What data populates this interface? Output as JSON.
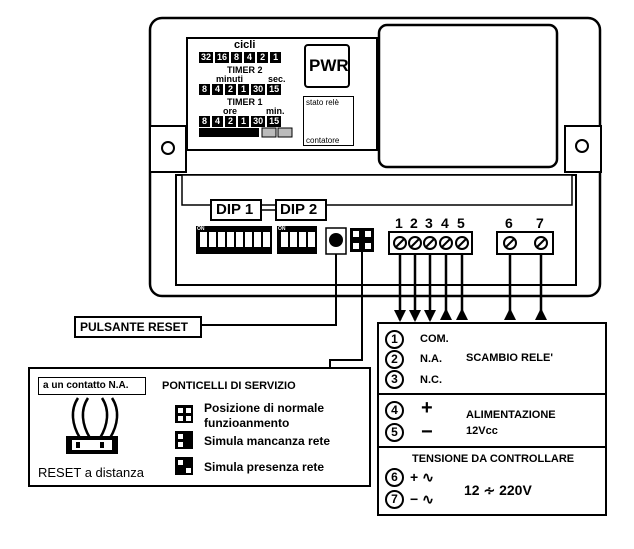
{
  "panel": {
    "cicli": {
      "title": "cicli",
      "values": [
        "32",
        "16",
        "8",
        "4",
        "2",
        "1"
      ]
    },
    "timer2": {
      "title": "TIMER 2",
      "sub_left": "minuti",
      "sub_right": "sec.",
      "values": [
        "8",
        "4",
        "2",
        "1",
        "30",
        "15"
      ]
    },
    "timer1": {
      "title": "TIMER 1",
      "sub_left": "ore",
      "sub_right": "min.",
      "values": [
        "8",
        "4",
        "2",
        "1",
        "30",
        "15"
      ]
    },
    "pwr": "PWR",
    "stato_rele": "stato relè",
    "contatore": "contatore"
  },
  "dips": {
    "dip1": "DIP 1",
    "dip2": "DIP 2",
    "dip_caption": "ON"
  },
  "terminals": [
    "1",
    "2",
    "3",
    "4",
    "5",
    "6",
    "7"
  ],
  "pulsante_reset": "PULSANTE RESET",
  "service": {
    "contact_label": "a un contatto N.A.",
    "title": "PONTICELLI DI SERVIZIO",
    "reset_label": "RESET a distanza",
    "items": [
      "Posizione di normale funzioanmento",
      "Simula mancanza rete",
      "Simula presenza rete"
    ]
  },
  "legend": {
    "relay": {
      "numbers": [
        "1",
        "2",
        "3"
      ],
      "com": "COM.",
      "na": "N.A.",
      "nc": "N.C.",
      "title": "SCAMBIO RELE'"
    },
    "power": {
      "numbers": [
        "4",
        "5"
      ],
      "plus": "+",
      "minus": "−",
      "title": "ALIMENTAZIONE",
      "voltage": "12Vcc"
    },
    "control": {
      "title": "TENSIONE DA CONTROLLARE",
      "numbers": [
        "6",
        "7"
      ],
      "plus_ac": "+ ∿",
      "minus_ac": "− ∿",
      "range": "12 ∻ 220V"
    }
  }
}
